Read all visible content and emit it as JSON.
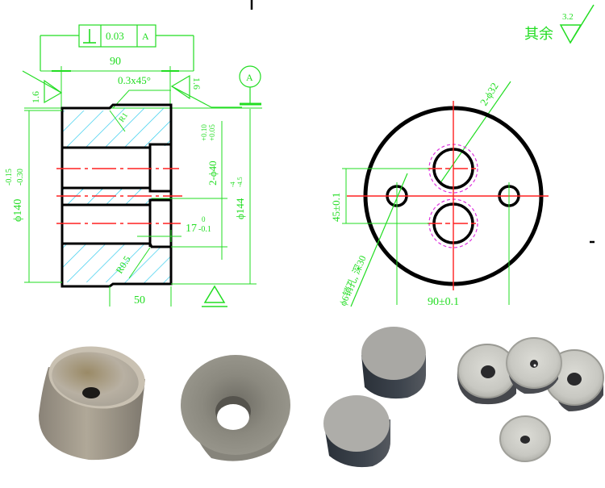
{
  "colors": {
    "dimension": "#22dd22",
    "outline": "#000000",
    "centerline": "#ff2020",
    "hatch": "#33ccee",
    "phantom": "#dd33dd"
  },
  "section_view": {
    "gdt_frame": {
      "symbol": "⊥",
      "tolerance": "0.03",
      "datum": "A"
    },
    "overall_length": "90",
    "chamfer": "0.3x45°",
    "roughness_left": "1.6",
    "roughness_right": "1.6",
    "datum_label": "A",
    "radius_top": "R1",
    "radius_bottom": "R0.5",
    "outer_diameter": "ϕ140",
    "outer_diameter_tol_upper": "-0.15",
    "outer_diameter_tol_lower": "-0.30",
    "bore_diameter": "2-ϕ40",
    "bore_tol_upper": "+0.10",
    "bore_tol_lower": "+0.05",
    "flange_diameter": "ϕ144",
    "flange_tol_upper": "-4",
    "flange_tol_lower": "-4.5",
    "counterbore_depth": "17",
    "counterbore_tol_upper": "0",
    "counterbore_tol_lower": "-0.1",
    "step_length": "50"
  },
  "end_view": {
    "roughness_note": "其余",
    "roughness_value": "3.2",
    "hole_callout": "2-ϕ32",
    "vertical_spacing": "45±0.1",
    "horizontal_spacing": "90±0.1",
    "small_hole_note": "ϕ6销孔, 深30"
  },
  "photos": [
    {
      "name": "cylindrical-die-tilted",
      "description": "Metallic cylinder with conical recess and small center hole"
    },
    {
      "name": "conical-ring-die",
      "description": "Gray conical ring with large through hole"
    },
    {
      "name": "solid-discs",
      "description": "Two gray solid cylindrical blanks"
    },
    {
      "name": "conical-cup-dies",
      "description": "Four conical cup dies with center holes"
    }
  ]
}
